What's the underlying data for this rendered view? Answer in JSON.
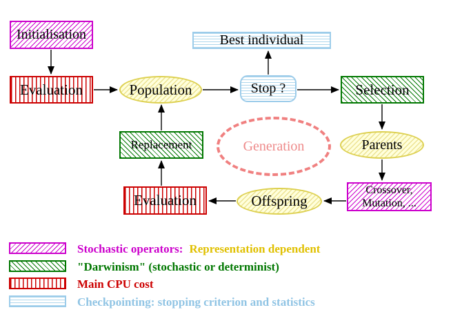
{
  "nodes": {
    "initialisation": "Initialisation",
    "evaluation_top": "Evaluation",
    "population": "Population",
    "best_individual": "Best individual",
    "stop": "Stop ?",
    "selection": "Selection",
    "replacement": "Replacement",
    "generation": "Generation",
    "parents": "Parents",
    "evaluation_bottom": "Evaluation",
    "crossover_line1": "Crossover,",
    "crossover_line2": "Mutation, ...",
    "offspring": "Offspring"
  },
  "legend": {
    "rows": [
      {
        "swatch": "magenta-diagonal-hatch",
        "part1": "Stochastic operators:",
        "part1_color": "#cc00cc",
        "part2": "Representation dependent",
        "part2_color": "#e0c000"
      },
      {
        "swatch": "green-diagonal-hatch",
        "part1": "\"Darwinism\" (stochastic or determinist)",
        "part1_color": "#007700"
      },
      {
        "swatch": "red-vertical-hatch",
        "part1": "Main CPU cost",
        "part1_color": "#cc0000"
      },
      {
        "swatch": "cyan-horizontal-hatch",
        "part1": "Checkpointing: stopping criterion and statistics",
        "part1_color": "#90c4e4"
      }
    ]
  },
  "colors": {
    "magenta": "#cc00cc",
    "green": "#007700",
    "red": "#cc0000",
    "cyan_border": "#9cccea",
    "cyan_text": "#90c4e4",
    "yellow_node_border": "#ddd050",
    "yellow_node_fill": "#ffffdc",
    "salmon_dashed": "#f08080",
    "legend_yellow_text": "#e0c000",
    "arrow": "#000000",
    "background": "#ffffff"
  }
}
